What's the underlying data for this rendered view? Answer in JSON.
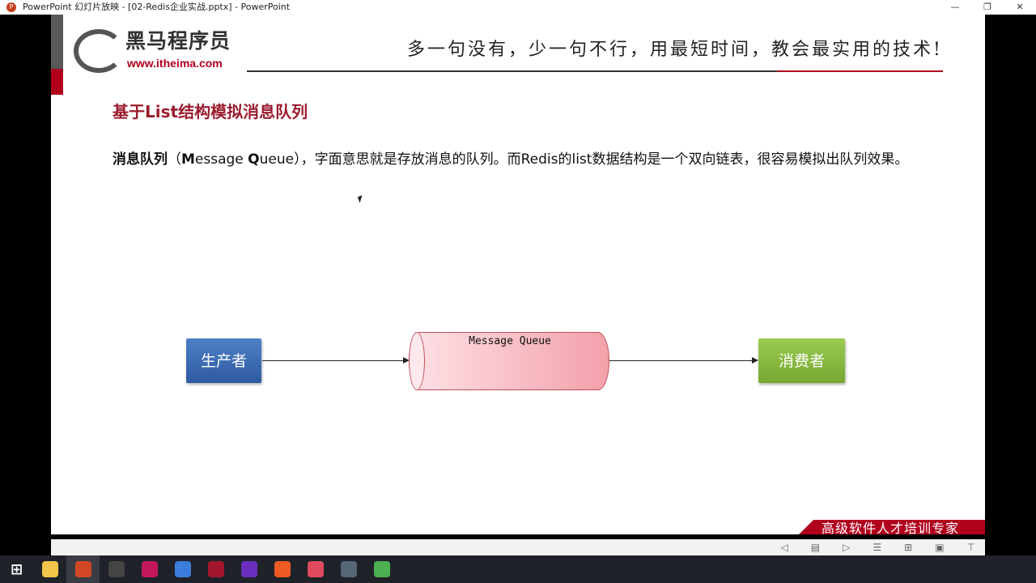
{
  "window": {
    "title": "PowerPoint 幻灯片放映 - [02-Redis企业实战.pptx] - PowerPoint"
  },
  "header": {
    "logo_cn": "黑马程序员",
    "logo_url": "www.itheima.com",
    "slogan": "多一句没有，少一句不行，用最短时间，教会最实用的技术!"
  },
  "slide": {
    "title": "基于List结构模拟消息队列",
    "para_bold1": "消息队列",
    "para_mid1": "（",
    "para_M": "M",
    "para_essage": "essage ",
    "para_Q": "Q",
    "para_rest": "ueue），字面意思就是存放消息的队列。而Redis的list数据结构是一个双向链表，很容易模拟出队列效果。",
    "diagram": {
      "producer": "生产者",
      "queue": "Message Queue",
      "consumer": "消费者"
    },
    "footer": "高级软件人才培训专家"
  },
  "taskbar": {
    "apps": [
      {
        "icon": "windows-start-icon",
        "color": "#ffffff"
      },
      {
        "icon": "file-explorer-icon",
        "color": "#f3c54a"
      },
      {
        "icon": "powerpoint-icon",
        "color": "#d24726"
      },
      {
        "icon": "terminal-icon",
        "color": "#444444"
      },
      {
        "icon": "pen-icon",
        "color": "#c2185b"
      },
      {
        "icon": "navicat-icon",
        "color": "#3b7ddd"
      },
      {
        "icon": "redis-desktop-icon",
        "color": "#a3162b"
      },
      {
        "icon": "intellij-icon",
        "color": "#6b2fbf"
      },
      {
        "icon": "postman-icon",
        "color": "#ef5b25"
      },
      {
        "icon": "typora-icon",
        "color": "#e04a5f"
      },
      {
        "icon": "xshell-icon",
        "color": "#556677"
      },
      {
        "icon": "chrome-icon",
        "color": "#4caf50"
      }
    ]
  }
}
